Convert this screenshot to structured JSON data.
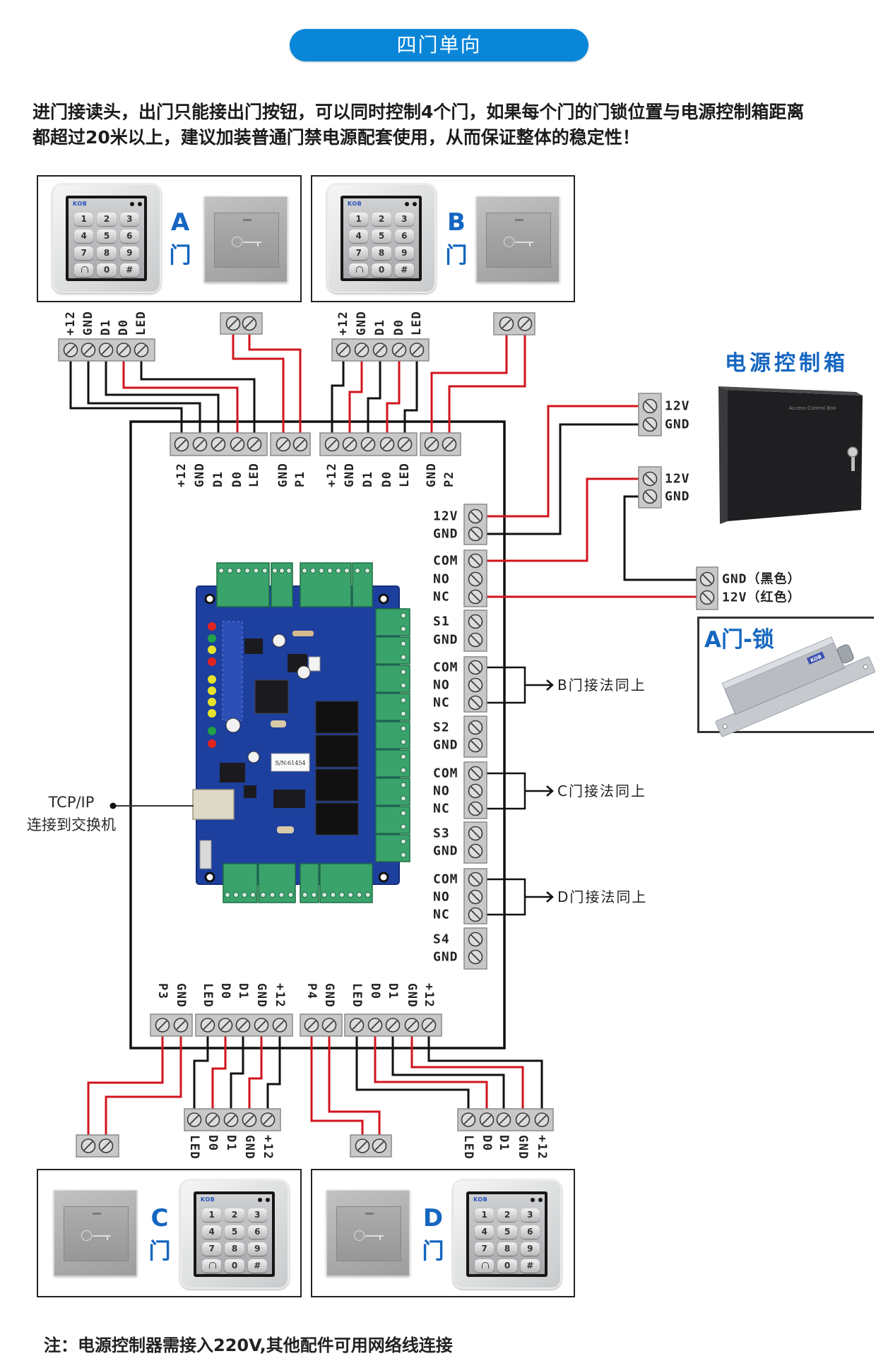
{
  "header": {
    "title": "四门单向"
  },
  "description": {
    "lines": [
      "进门接读头，出门只能接出门按钮，可以同时控制4个门，如果每个门的门锁位置与电源控制箱距离",
      "都超过20米以上，建议加装普通门禁电源配套使用，从而保证整体的稳定性！"
    ]
  },
  "doors": {
    "A": {
      "letter": "A",
      "char": "门"
    },
    "B": {
      "letter": "B",
      "char": "门"
    },
    "C": {
      "letter": "C",
      "char": "门"
    },
    "D": {
      "letter": "D",
      "char": "门"
    }
  },
  "keypad": {
    "brand": "KOB",
    "keys": [
      "1",
      "2",
      "3",
      "4",
      "5",
      "6",
      "7",
      "8",
      "9",
      "bell",
      "0",
      "#"
    ]
  },
  "terminals": {
    "reader_top": [
      "+12",
      "GND",
      "D1",
      "D0",
      "LED"
    ],
    "reader_bottom": [
      "LED",
      "D0",
      "D1",
      "GND",
      "+12"
    ],
    "board_top": {
      "a_reader": [
        "+12",
        "GND",
        "D1",
        "D0",
        "LED"
      ],
      "a_exit": [
        "GND",
        "P1"
      ],
      "b_reader": [
        "+12",
        "GND",
        "D1",
        "D0",
        "LED"
      ],
      "b_exit": [
        "GND",
        "P2"
      ]
    },
    "board_bottom": {
      "c_exit": [
        "P3",
        "GND"
      ],
      "c_reader": [
        "LED",
        "D0",
        "D1",
        "GND",
        "+12"
      ],
      "d_exit": [
        "P4",
        "GND"
      ],
      "d_reader": [
        "LED",
        "D0",
        "D1",
        "GND",
        "+12"
      ]
    },
    "board_right": [
      [
        "12V",
        "GND"
      ],
      [
        "COM",
        "NO",
        "NC"
      ],
      [
        "S1",
        "GND"
      ],
      [
        "COM",
        "NO",
        "NC"
      ],
      [
        "S2",
        "GND"
      ],
      [
        "COM",
        "NO",
        "NC"
      ],
      [
        "S3",
        "GND"
      ],
      [
        "COM",
        "NO",
        "NC"
      ],
      [
        "S4",
        "GND"
      ]
    ]
  },
  "relay_notes": [
    "B门接法同上",
    "C门接法同上",
    "D门接法同上"
  ],
  "power_box": {
    "title": "电源控制箱",
    "panel_label": "Access Control Box",
    "output_1": [
      "12V",
      "GND"
    ],
    "output_2": [
      "12V",
      "GND"
    ]
  },
  "lock": {
    "title": "A门-锁",
    "terminal_labels": [
      "GND（黑色）",
      "12V（红色）"
    ],
    "brand": "KOB"
  },
  "network": {
    "label": "TCP/IP",
    "description": "连接到交换机"
  },
  "board": {
    "serial": "S/N:61454"
  },
  "footer": {
    "note": "注：电源控制器需接入220V,其他配件可用网络线连接"
  },
  "colors": {
    "brand_blue": "#0a86d8",
    "label_blue": "#1566c0",
    "wire_red": "#d0141e",
    "wire_black": "#111111",
    "board_blue": "#1d3f9e",
    "terminal_green": "#3aa36b"
  }
}
